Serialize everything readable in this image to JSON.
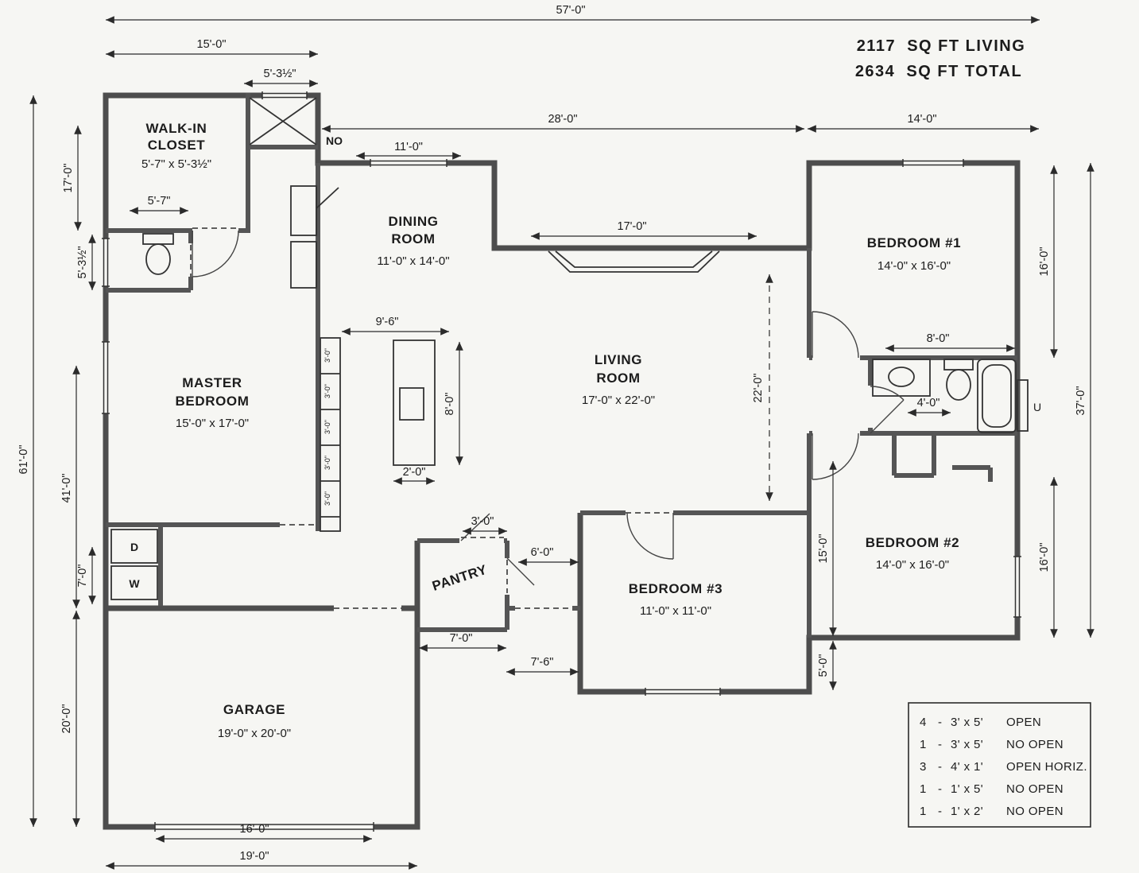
{
  "title_block": {
    "living": "2117  SQ FT LIVING",
    "total": "2634  SQ FT TOTAL"
  },
  "rooms": {
    "walk_in_closet": {
      "name1": "WALK-IN",
      "name2": "CLOSET",
      "dims": "5'-7\" x 5'-3½\""
    },
    "dining": {
      "name1": "DINING",
      "name2": "ROOM",
      "dims": "11'-0\" x 14'-0\""
    },
    "master": {
      "name1": "MASTER",
      "name2": "BEDROOM",
      "dims": "15'-0\" x 17'-0\""
    },
    "living": {
      "name1": "LIVING",
      "name2": "ROOM",
      "dims": "17'-0\" x 22'-0\""
    },
    "bedroom1": {
      "name": "BEDROOM #1",
      "dims": "14'-0\" x 16'-0\""
    },
    "bedroom2": {
      "name": "BEDROOM #2",
      "dims": "14'-0\" x 16'-0\""
    },
    "bedroom3": {
      "name": "BEDROOM #3",
      "dims": "11'-0\" x 11'-0\""
    },
    "pantry": {
      "name": "PANTRY"
    },
    "garage": {
      "name": "GARAGE",
      "dims": "19'-0\" x 20'-0\""
    }
  },
  "dims": {
    "overall_width": "57'-0\"",
    "left_top_width": "15'-0\"",
    "closet_top": "5'-3½\"",
    "mid_width": "28'-0\"",
    "right_width": "14'-0\"",
    "dining_window": "11'-0\"",
    "bay_window": "17'-0\"",
    "kitchen_w": "9'-6\"",
    "closet_inner": "5'-7\"",
    "island_h": "8'-0\"",
    "island_w": "2'-0\"",
    "counter_seg": "3'-0\"",
    "living_h": "22'-0\"",
    "left_h17": "17'-0\"",
    "left_h5": "5'-3½\"",
    "overall_height": "61'-0\"",
    "left_h41": "41'-0\"",
    "left_h7": "7'-0\"",
    "left_h20": "20'-0\"",
    "right_h16a": "16'-0\"",
    "overall_right_h": "37'-0\"",
    "right_h16b": "16'-0\"",
    "bath_w": "8'-0\"",
    "bath_door": "4'-0\"",
    "br3_h15": "15'-0\"",
    "br3_h5": "5'-0\"",
    "pantry_door": "3'-0\"",
    "hall_w": "6'-0\"",
    "pantry_w": "7'-0\"",
    "hall2_w": "7'-6\"",
    "garage_door_w": "16'-0\"",
    "garage_w": "19'-0\""
  },
  "labels": {
    "no_open": "NO",
    "dryer": "D",
    "washer": "W",
    "utility": "U"
  },
  "legend": {
    "rows": [
      {
        "qty": "4",
        "sep": "-",
        "size": "3' x 5'",
        "note": "OPEN"
      },
      {
        "qty": "1",
        "sep": "-",
        "size": "3' x 5'",
        "note": "NO OPEN"
      },
      {
        "qty": "3",
        "sep": "-",
        "size": "4' x 1'",
        "note": "OPEN HORIZ."
      },
      {
        "qty": "1",
        "sep": "-",
        "size": "1' x 5'",
        "note": "NO OPEN"
      },
      {
        "qty": "1",
        "sep": "-",
        "size": "1' x 2'",
        "note": "NO OPEN"
      }
    ]
  }
}
